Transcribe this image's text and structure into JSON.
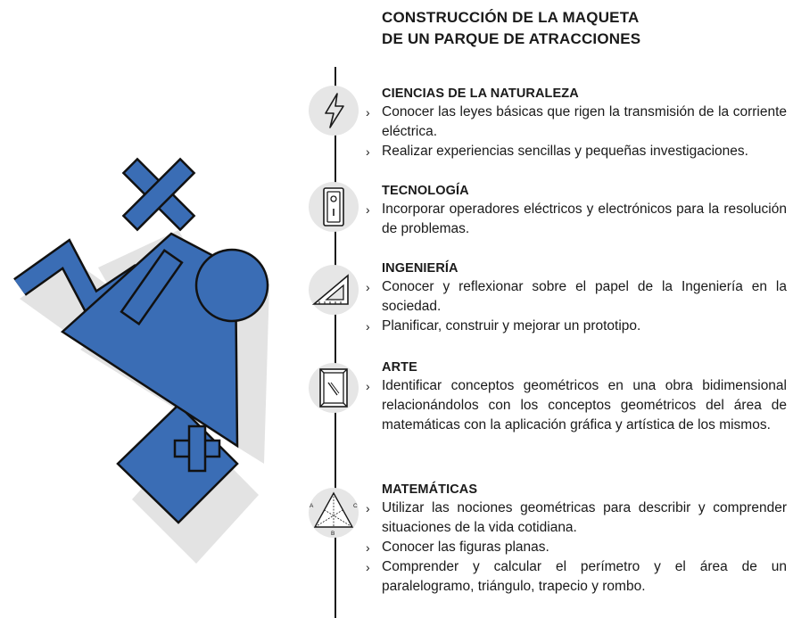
{
  "title": {
    "line1": "CONSTRUCCIÓN DE LA MAQUETA",
    "line2": "DE UN PARQUE DE ATRACCIONES"
  },
  "sections": [
    {
      "title": "CIENCIAS DE LA NATURALEZA",
      "icon": "lightning-icon",
      "items": [
        "Conocer las leyes básicas que rigen la transmisión de la corriente eléctrica.",
        "Realizar experiencias sencillas y pequeñas investigaciones."
      ]
    },
    {
      "title": "TECNOLOGÍA",
      "icon": "switch-icon",
      "items": [
        "Incorporar operadores eléctricos y electrónicos para la resolución de problemas."
      ]
    },
    {
      "title": "INGENIERÍA",
      "icon": "set-square-icon",
      "items": [
        "Conocer y reflexionar sobre el papel de la Ingeniería en la sociedad.",
        "Planificar, construir y mejorar un prototipo."
      ]
    },
    {
      "title": "ARTE",
      "icon": "picture-frame-icon",
      "items": [
        "Identificar conceptos geométricos en una obra bidimensional relacionándolos con los conceptos geométricos del área de matemáticas con la aplicación gráfica y artística de los mismos."
      ]
    },
    {
      "title": "MATEMÁTICAS",
      "icon": "triangle-icon",
      "triangle_labels": [
        "A",
        "B",
        "C"
      ],
      "items": [
        "Utilizar las nociones geométricas para describir y comprender situaciones de la vida cotidiana.",
        "Conocer las figuras planas.",
        "Comprender y calcular el perímetro y el área de un paralelogramo, triángulo, trapecio y rombo."
      ]
    }
  ],
  "chevron": "›",
  "colors": {
    "accent": "#3a6db5",
    "shadow": "#e3e3e3",
    "icon_bg": "#e6e6e6",
    "ink": "#1a1a1a"
  }
}
